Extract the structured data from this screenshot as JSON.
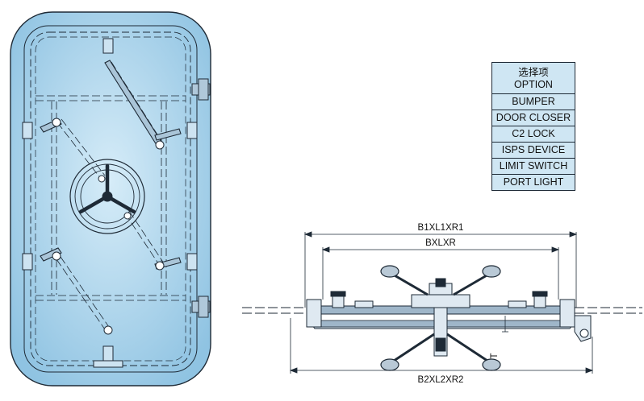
{
  "option_table": {
    "header_cn": "选择项",
    "header_en": "OPTION",
    "items": [
      "BUMPER",
      "DOOR CLOSER",
      "C2 LOCK",
      "ISPS DEVICE",
      "LIMIT SWITCH",
      "PORT LIGHT"
    ]
  },
  "section_view": {
    "dim_overall": "B1XL1XR1",
    "dim_inner": "BXLXR",
    "dim_outer": "B2XL2XR2",
    "dim_thickness": "T"
  },
  "colors": {
    "door_fill": "#b9dcf0",
    "door_fill_edge": "#9ccbe6",
    "table_fill": "#cfe6f3",
    "line": "#1e2a36",
    "hatch": "#9fb6c9"
  }
}
